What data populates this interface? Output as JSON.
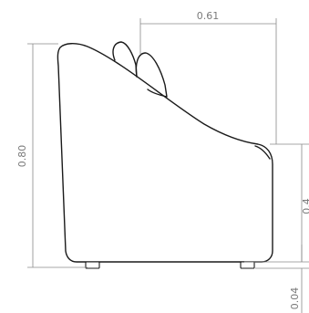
{
  "drawing": {
    "subject": "sofa-side-elevation",
    "dimensions": {
      "total_height": "0.80",
      "depth": "0.61",
      "leg_height": "0.04",
      "seat_height_partial": "0.4"
    },
    "colors": {
      "outline": "#1a1a1a",
      "dimension_line": "#8a8a8a",
      "dimension_text": "#7a7a7a",
      "background": "#ffffff"
    }
  }
}
